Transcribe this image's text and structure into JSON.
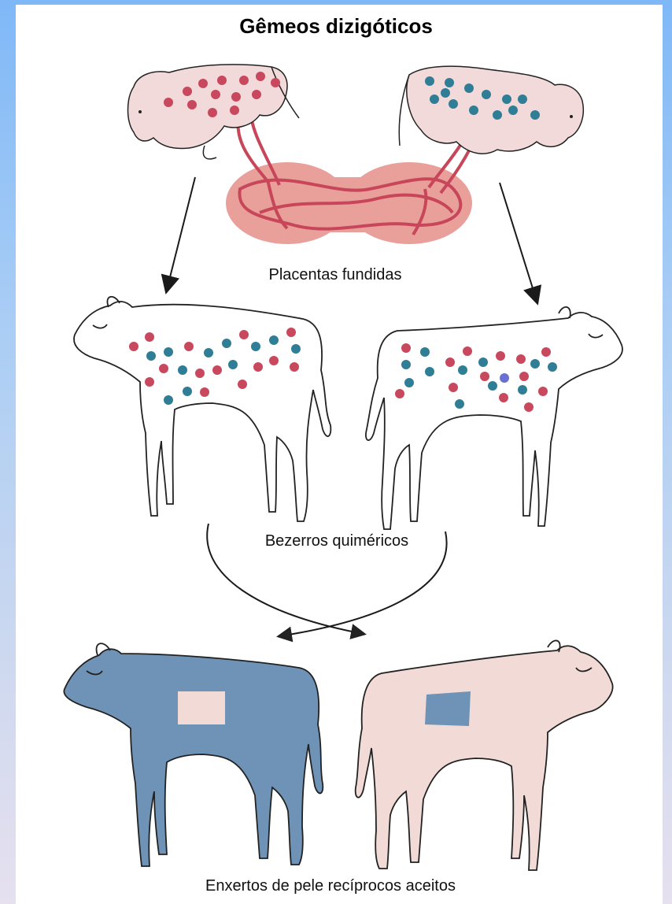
{
  "title": "Gêmeos dizigóticos",
  "labels": {
    "placentas": "Placentas fundidas",
    "chimeric": "Bezerros quiméricos",
    "grafts": "Enxertos de pele recíprocos aceitos"
  },
  "colors": {
    "red_cell": "#c8485e",
    "blue_cell": "#2f7e96",
    "placenta": "#e58f8f",
    "vessel": "#cc4a5a",
    "fetus_fill": "#f3dada",
    "blue_calf": "#6f93b6",
    "pink_calf": "#f2dbd7",
    "background_top": "#7fb8f7"
  }
}
